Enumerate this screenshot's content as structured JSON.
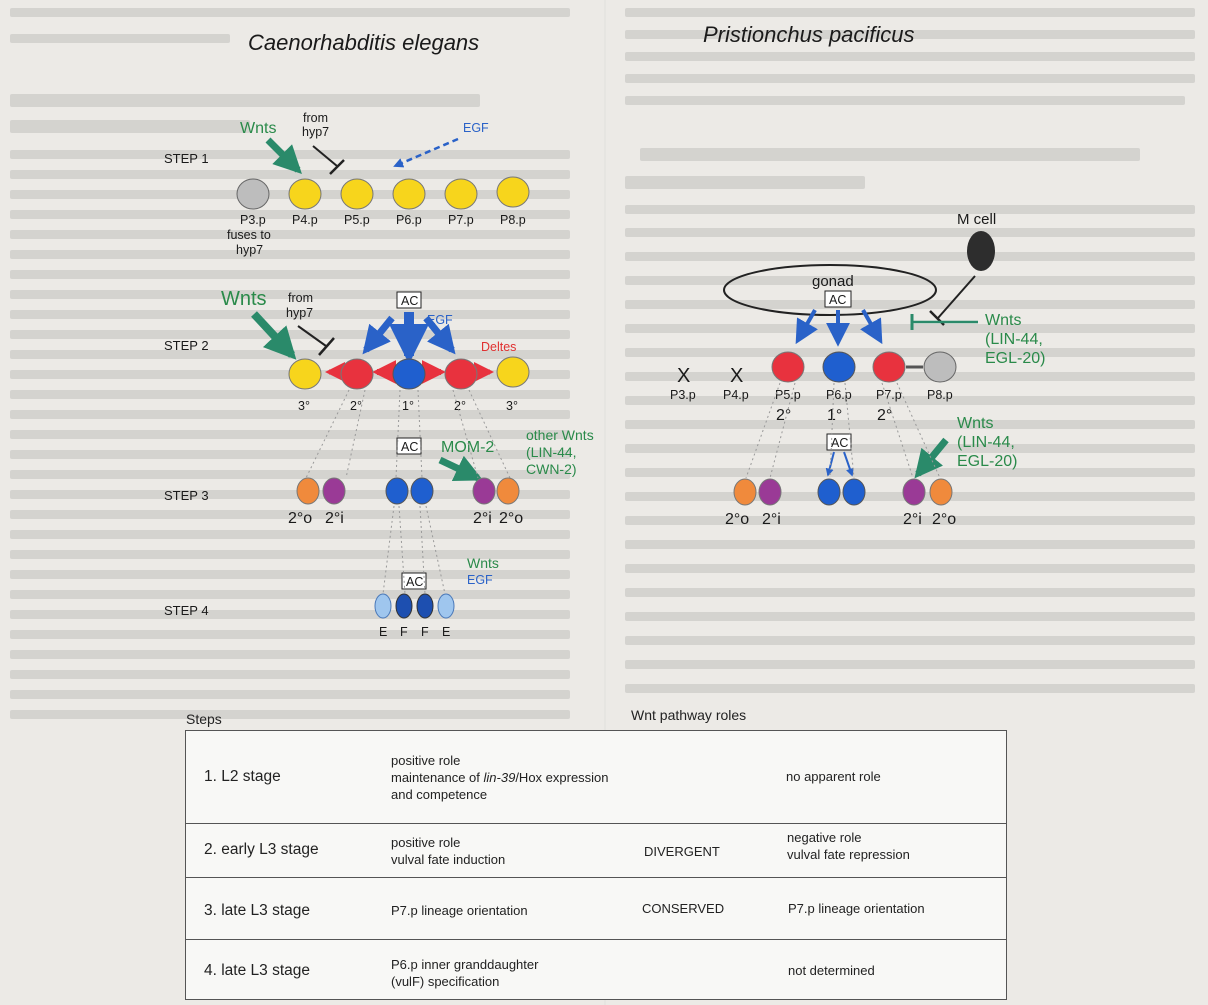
{
  "titles": {
    "left": "Caenorhabditis elegans",
    "right": "Pristionchus pacificus"
  },
  "ce": {
    "step1": {
      "label": "STEP 1",
      "wnts": "Wnts",
      "from_hyp7_line1": "from",
      "from_hyp7_line2": "hyp7",
      "egf": "EGF",
      "cells": [
        "P3.p",
        "P4.p",
        "P5.p",
        "P6.p",
        "P7.p",
        "P8.p"
      ],
      "fuses_line1": "fuses to",
      "fuses_line2": "hyp7"
    },
    "step2": {
      "label": "STEP 2",
      "wnts": "Wnts",
      "from_hyp7_line1": "from",
      "from_hyp7_line2": "hyp7",
      "ac": "AC",
      "egf": "EGF",
      "deltas": "Deltes",
      "fates": [
        "3°",
        "2°",
        "1°",
        "2°",
        "3°"
      ]
    },
    "step3": {
      "label": "STEP 3",
      "ac": "AC",
      "mom2": "MOM-2",
      "other_wnts_line1": "other Wnts",
      "other_wnts_line2": "(LIN-44,",
      "other_wnts_line3": "CWN-2)",
      "left_labels": [
        "2°o",
        "2°i"
      ],
      "right_labels": [
        "2°i",
        "2°o"
      ]
    },
    "step4": {
      "label": "STEP 4",
      "wnts": "Wnts",
      "egf": "EGF",
      "ac": "AC",
      "labels": [
        "E",
        "F",
        "F",
        "E"
      ]
    }
  },
  "pp": {
    "mcell": "M cell",
    "gonad": "gonad",
    "ac": "AC",
    "wnts1_line1": "Wnts",
    "wnts1_line2": "(LIN-44,",
    "wnts1_line3": "EGL-20)",
    "cells": [
      "P3.p",
      "P4.p",
      "P5.p",
      "P6.p",
      "P7.p",
      "P8.p"
    ],
    "x_marks": [
      "X",
      "X"
    ],
    "fates": [
      "2°",
      "1°",
      "2°"
    ],
    "ac2": "AC",
    "wnts2_line1": "Wnts",
    "wnts2_line2": "(LIN-44,",
    "wnts2_line3": "EGL-20)",
    "left_labels": [
      "2°o",
      "2°i"
    ],
    "right_labels": [
      "2°i",
      "2°o"
    ]
  },
  "table": {
    "steps_header": "Steps",
    "wnt_header": "Wnt pathway roles",
    "rows": [
      {
        "stage": "1. L2 stage",
        "ce_line1": "positive role",
        "ce_line2_pre": "maintenance of ",
        "ce_line2_gene": "lin-39",
        "ce_line2_post": "/Hox expression",
        "ce_line3": "and competence",
        "relation": "",
        "pp_line1": "no apparent role",
        "pp_line2": ""
      },
      {
        "stage": "2. early L3 stage",
        "ce_line1": "positive role",
        "ce_line2_pre": "vulval fate induction",
        "ce_line2_gene": "",
        "ce_line2_post": "",
        "ce_line3": "",
        "relation": "DIVERGENT",
        "pp_line1": "negative role",
        "pp_line2": "vulval fate repression"
      },
      {
        "stage": "3. late L3 stage",
        "ce_line1": "P7.p lineage orientation",
        "ce_line2_pre": "",
        "ce_line2_gene": "",
        "ce_line2_post": "",
        "ce_line3": "",
        "relation": "CONSERVED",
        "pp_line1": "P7.p lineage orientation",
        "pp_line2": ""
      },
      {
        "stage": "4. late L3 stage",
        "ce_line1": "P6.p inner granddaughter",
        "ce_line2_pre": "(vulF) specification",
        "ce_line2_gene": "",
        "ce_line2_post": "",
        "ce_line3": "",
        "relation": "",
        "pp_line1": "not determined",
        "pp_line2": ""
      }
    ]
  },
  "colors": {
    "yellow": "#f7d51c",
    "red": "#e8323e",
    "blue": "#1f5fcf",
    "grey": "#bdbdbd",
    "orange": "#f08a3c",
    "purple": "#9a3a96",
    "lightblue": "#9fc6ee",
    "darkblue": "#1d4fb0",
    "green": "#2a8a6a",
    "arrowblue": "#2a62c8"
  }
}
